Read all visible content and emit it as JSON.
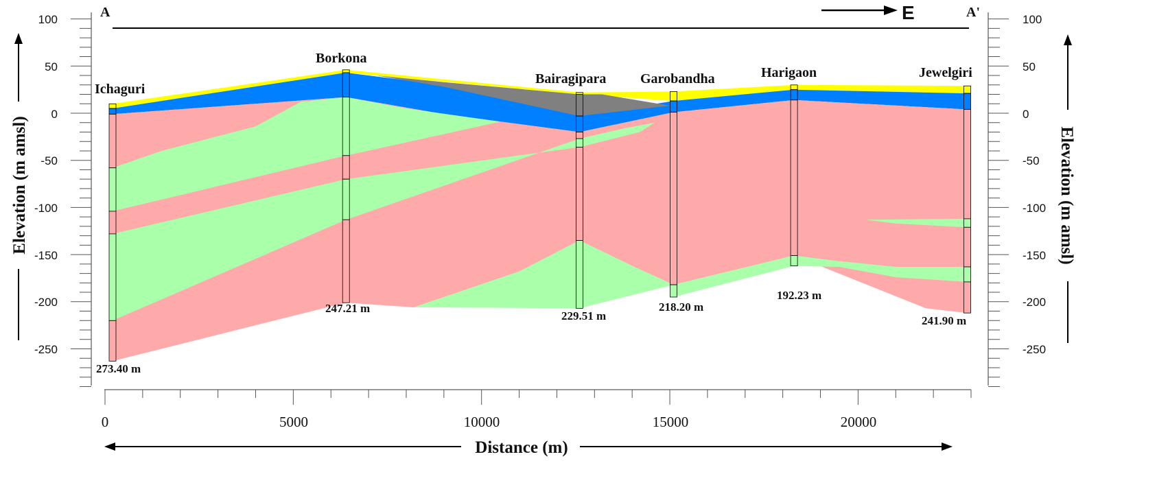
{
  "colors": {
    "topsoil": "#ffff00",
    "clay": "#0080ff",
    "laterite": "#808080",
    "sandstone": "#ffaaaa",
    "aquifer": "#aaffaa",
    "well_outline": "#000000"
  },
  "labels": {
    "section_start": "A",
    "section_end": "A'",
    "direction": "E",
    "left_axis_title": "Elevation (m amsl)",
    "right_axis_title": "Elevation (m amsl)",
    "x_axis_title": "Distance (m)"
  },
  "y_ticks": [
    "100",
    "50",
    "0",
    "-50",
    "-100",
    "-150",
    "-200",
    "-250"
  ],
  "x_ticks": [
    "0",
    "5000",
    "10000",
    "15000",
    "20000"
  ],
  "chart_data": {
    "type": "area",
    "xlabel": "Distance (m)",
    "ylabel": "Elevation (m amsl)",
    "xlim": [
      0,
      23000
    ],
    "ylim": [
      -290,
      110
    ],
    "x_major_step": 5000,
    "x_minor_step": 1000,
    "y_major_step": 50,
    "y_minor_step": 10,
    "wells": [
      {
        "name": "Ichaguri",
        "distance": 200,
        "top": 10,
        "bottom": -263,
        "depth_label": "273.40 m",
        "boundaries": [
          5,
          -1,
          -58,
          -104,
          -128,
          -220
        ],
        "segments": [
          "topsoil",
          "clay",
          "sandstone",
          "aquifer",
          "sandstone",
          "aquifer",
          "sandstone"
        ]
      },
      {
        "name": "Borkona",
        "distance": 6400,
        "top": 46,
        "bottom": -201,
        "depth_label": "247.21 m",
        "boundaries": [
          43,
          17,
          -45,
          -70,
          -113
        ],
        "segments": [
          "topsoil",
          "clay",
          "aquifer",
          "sandstone",
          "aquifer",
          "sandstone"
        ]
      },
      {
        "name": "Bairagipara",
        "distance": 12600,
        "top": 22,
        "bottom": -207,
        "depth_label": "229.51 m",
        "boundaries": [
          20,
          -3,
          -20,
          -27,
          -36,
          -135
        ],
        "segments": [
          "topsoil",
          "laterite",
          "clay",
          "sandstone",
          "aquifer",
          "sandstone",
          "aquifer"
        ]
      },
      {
        "name": "Garobandha",
        "distance": 15100,
        "top": 23,
        "bottom": -195,
        "depth_label": "218.20 m",
        "boundaries": [
          13,
          1,
          -182
        ],
        "segments": [
          "topsoil",
          "clay",
          "sandstone",
          "aquifer"
        ]
      },
      {
        "name": "Harigaon",
        "distance": 18300,
        "top": 30,
        "bottom": -162,
        "depth_label": "192.23 m",
        "boundaries": [
          25,
          14,
          -151
        ],
        "segments": [
          "topsoil",
          "clay",
          "sandstone",
          "aquifer"
        ]
      },
      {
        "name": "Jewelgiri",
        "distance": 22900,
        "top": 29,
        "bottom": -212,
        "depth_label": "241.90 m",
        "boundaries": [
          21,
          4,
          -112,
          -121,
          -163,
          -179
        ],
        "segments": [
          "topsoil",
          "clay",
          "sandstone",
          "aquifer",
          "sandstone",
          "aquifer",
          "sandstone"
        ]
      }
    ],
    "layers": [
      {
        "name": "topsoil",
        "color_key": "topsoil",
        "polygon": [
          [
            200,
            10
          ],
          [
            6400,
            46
          ],
          [
            12600,
            22
          ],
          [
            15100,
            23
          ],
          [
            18300,
            30
          ],
          [
            22900,
            29
          ],
          [
            22900,
            21
          ],
          [
            18300,
            25
          ],
          [
            15100,
            13
          ],
          [
            12600,
            20
          ],
          [
            6400,
            43
          ],
          [
            200,
            5
          ]
        ]
      },
      {
        "name": "clay",
        "color_key": "clay",
        "polygon": [
          [
            200,
            5
          ],
          [
            6400,
            43
          ],
          [
            9000,
            30
          ],
          [
            12600,
            -3
          ],
          [
            15100,
            13
          ],
          [
            18300,
            25
          ],
          [
            22900,
            21
          ],
          [
            22900,
            4
          ],
          [
            18300,
            14
          ],
          [
            15100,
            1
          ],
          [
            12600,
            -20
          ],
          [
            9000,
            -1
          ],
          [
            6400,
            17
          ],
          [
            200,
            -1
          ]
        ]
      },
      {
        "name": "laterite",
        "color_key": "laterite",
        "polygon": [
          [
            7200,
            40
          ],
          [
            9000,
            33
          ],
          [
            12600,
            20
          ],
          [
            13200,
            20
          ],
          [
            15000,
            8
          ],
          [
            12600,
            -3
          ],
          [
            9000,
            28
          ]
        ]
      },
      {
        "name": "sandstone",
        "color_key": "sandstone",
        "polygon": [
          [
            200,
            -1
          ],
          [
            6400,
            17
          ],
          [
            9000,
            -1
          ],
          [
            12600,
            -20
          ],
          [
            15100,
            1
          ],
          [
            18300,
            14
          ],
          [
            22900,
            4
          ],
          [
            22900,
            -212
          ],
          [
            21800,
            -207
          ],
          [
            18300,
            -151
          ],
          [
            15100,
            -182
          ],
          [
            14000,
            -162
          ],
          [
            12600,
            -135
          ],
          [
            11000,
            -168
          ],
          [
            8200,
            -206
          ],
          [
            6400,
            -201
          ],
          [
            200,
            -263
          ]
        ]
      },
      {
        "name": "aquifer-1",
        "color_key": "aquifer",
        "polygon": [
          [
            200,
            -58
          ],
          [
            1500,
            -40
          ],
          [
            4000,
            -14
          ],
          [
            5200,
            12
          ],
          [
            6400,
            17
          ],
          [
            8000,
            5
          ],
          [
            10500,
            -9
          ],
          [
            6400,
            -45
          ],
          [
            200,
            -104
          ]
        ]
      },
      {
        "name": "aquifer-2",
        "color_key": "aquifer",
        "polygon": [
          [
            200,
            -128
          ],
          [
            6400,
            -70
          ],
          [
            12600,
            -36
          ],
          [
            14200,
            -20
          ],
          [
            14600,
            -10
          ],
          [
            13800,
            -16
          ],
          [
            12600,
            -27
          ],
          [
            6400,
            -113
          ],
          [
            200,
            -220
          ]
        ]
      },
      {
        "name": "aquifer-3",
        "color_key": "aquifer",
        "polygon": [
          [
            8200,
            -206
          ],
          [
            11000,
            -168
          ],
          [
            12600,
            -135
          ],
          [
            14000,
            -162
          ],
          [
            15100,
            -182
          ],
          [
            12600,
            -207
          ]
        ]
      },
      {
        "name": "aquifer-4",
        "color_key": "aquifer",
        "polygon": [
          [
            15100,
            -182
          ],
          [
            18300,
            -151
          ],
          [
            19500,
            -157
          ],
          [
            21000,
            -163
          ],
          [
            22900,
            -163
          ],
          [
            22900,
            -179
          ],
          [
            21000,
            -174
          ],
          [
            19500,
            -163
          ],
          [
            18300,
            -162
          ],
          [
            15100,
            -195
          ]
        ]
      },
      {
        "name": "aquifer-5",
        "color_key": "aquifer",
        "polygon": [
          [
            20200,
            -113
          ],
          [
            22900,
            -112
          ],
          [
            22900,
            -121
          ],
          [
            21000,
            -117
          ]
        ]
      }
    ]
  }
}
